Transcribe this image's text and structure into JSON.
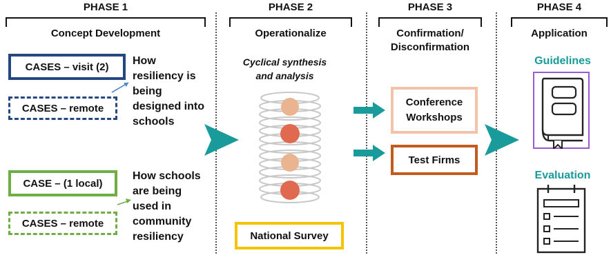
{
  "phases": [
    {
      "title": "PHASE 1",
      "subtitle": "Concept Development"
    },
    {
      "title": "PHASE 2",
      "subtitle": "Operationalize"
    },
    {
      "title": "PHASE 3",
      "subtitle": "Confirmation/ Disconfirmation"
    },
    {
      "title": "PHASE 4",
      "subtitle": "Application"
    }
  ],
  "phase1": {
    "box_visit": "CASES – visit (2)",
    "box_remote_a": "CASES – remote",
    "question_a": "How resiliency is being designed into schools",
    "box_local": "CASE – (1 local)",
    "box_remote_b": "CASES – remote",
    "question_b": "How schools are being used in community resiliency"
  },
  "phase2": {
    "caption": "Cyclical synthesis and analysis",
    "survey": "National Survey"
  },
  "phase3": {
    "workshops": "Conference Workshops",
    "firms": "Test Firms"
  },
  "phase4": {
    "guidelines": "Guidelines",
    "evaluation": "Evaluation"
  },
  "colors": {
    "navy": "#24477f",
    "green": "#6fae45",
    "teal": "#1a9b9b",
    "orange_light": "#f4c3a7",
    "orange_dark": "#c35a1e",
    "gold": "#f5c400",
    "purple": "#9b59d0"
  }
}
